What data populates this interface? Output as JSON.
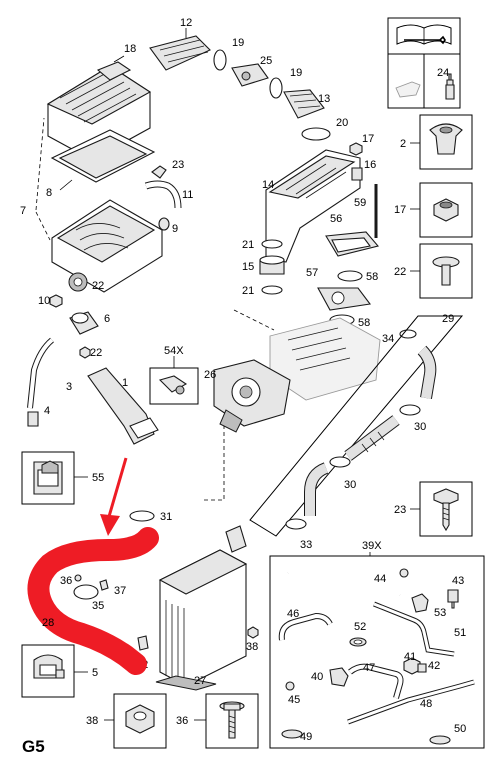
{
  "page": {
    "group_code": "G5"
  },
  "highlight": {
    "color": "#ee1c25",
    "highlighted_part": "28"
  },
  "callouts": {
    "c1": "1",
    "c2": "2",
    "c3": "3",
    "c4": "4",
    "c5": "5",
    "c6": "6",
    "c7": "7",
    "c8": "8",
    "c9": "9",
    "c10": "10",
    "c11": "11",
    "c12": "12",
    "c13": "13",
    "c14": "14",
    "c15": "15",
    "c16": "16",
    "c17a": "17",
    "c17b": "17",
    "c18": "18",
    "c19a": "19",
    "c19b": "19",
    "c20": "20",
    "c21a": "21",
    "c21b": "21",
    "c22a": "22",
    "c22b": "22",
    "c23a": "23",
    "c23b": "23",
    "c24": "24",
    "c25": "25",
    "c26": "26",
    "c27": "27",
    "c28": "28",
    "c29": "29",
    "c30a": "30",
    "c30b": "30",
    "c31": "31",
    "c32": "32",
    "c33": "33",
    "c34": "34",
    "c35": "35",
    "c36a": "36",
    "c36b": "36",
    "c37": "37",
    "c38a": "38",
    "c38b": "38",
    "c39x": "39X",
    "c40": "40",
    "c41": "41",
    "c42": "42",
    "c43": "43",
    "c44": "44",
    "c45": "45",
    "c46": "46",
    "c47": "47",
    "c48": "48",
    "c49": "49",
    "c50": "50",
    "c51": "51",
    "c52": "52",
    "c53": "53",
    "c54x": "54X",
    "c55": "55",
    "c56": "56",
    "c57": "57",
    "c58a": "58",
    "c58b": "58",
    "c59": "59"
  }
}
